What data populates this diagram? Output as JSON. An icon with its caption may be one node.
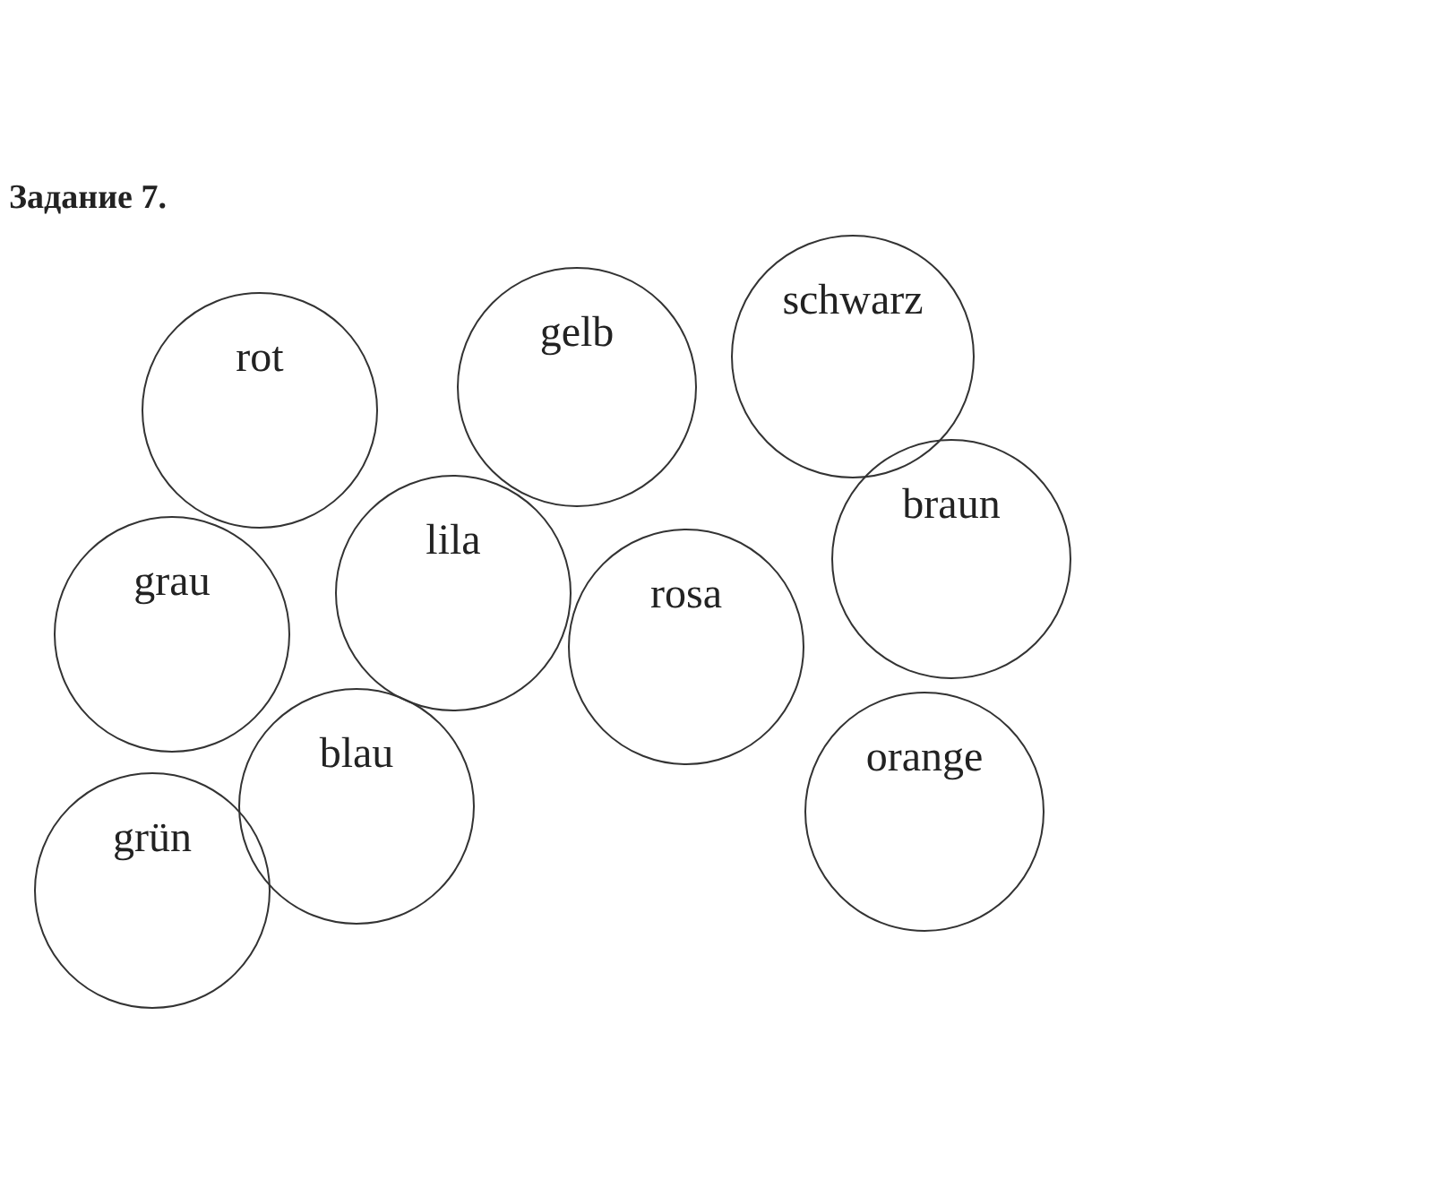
{
  "diagram": {
    "title": "Задание 7.",
    "nodes": [
      {
        "text": [
          "rot"
        ]
      },
      {
        "text": [
          "gelb"
        ]
      },
      {
        "text": [
          "schwarz"
        ]
      },
      {
        "text": [
          "grau"
        ]
      },
      {
        "text": [
          "lila"
        ]
      },
      {
        "text": [
          "rosa"
        ]
      },
      {
        "text": [
          "braun"
        ]
      },
      {
        "text": [
          "grün"
        ]
      },
      {
        "text": [
          "blau"
        ]
      },
      {
        "text": [
          "orange"
        ]
      }
    ]
  }
}
